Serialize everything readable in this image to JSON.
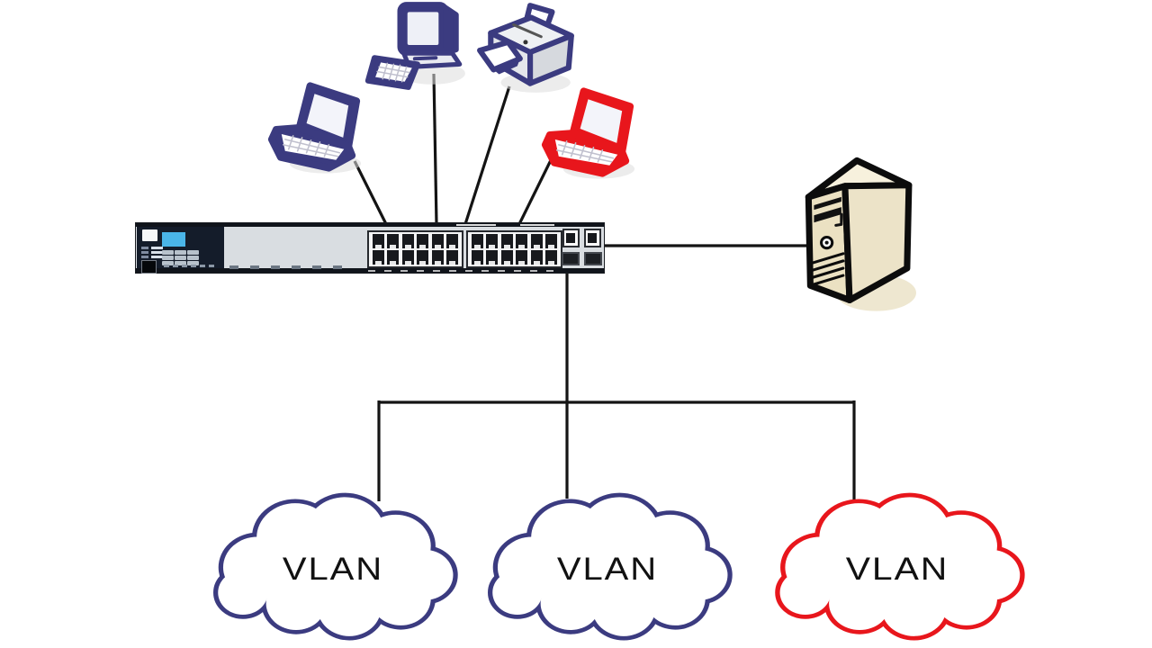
{
  "clouds": [
    {
      "label": "VLAN",
      "color": "navy"
    },
    {
      "label": "VLAN",
      "color": "navy"
    },
    {
      "label": "VLAN",
      "color": "red"
    }
  ],
  "switch": {
    "port_blocks": 2,
    "ports_per_block": 12,
    "uplink_ports": 2,
    "sfp_slots": 2
  },
  "colors": {
    "navy": "#3b3b80",
    "red": "#e8161c",
    "line": "#141414",
    "switch_body": "#d9dde1",
    "switch_panel": "#141c2a",
    "hp_blue": "#4ab5e8",
    "server_beige": "#ebe1c2",
    "cloud_fill": "#ffffff",
    "label_text": "#111111"
  },
  "diagram": {
    "nodes": [
      {
        "id": "laptop-1",
        "type": "laptop",
        "color": "navy"
      },
      {
        "id": "desktop-1",
        "type": "desktop-computer",
        "color": "navy"
      },
      {
        "id": "printer-1",
        "type": "printer",
        "color": "navy"
      },
      {
        "id": "laptop-2",
        "type": "laptop",
        "color": "red"
      },
      {
        "id": "switch-1",
        "type": "ethernet-switch-24-port",
        "color": "gray"
      },
      {
        "id": "server-1",
        "type": "server-tower",
        "color": "beige"
      },
      {
        "id": "vlan-1",
        "type": "network-cloud",
        "label": "VLAN",
        "color": "navy"
      },
      {
        "id": "vlan-2",
        "type": "network-cloud",
        "label": "VLAN",
        "color": "navy"
      },
      {
        "id": "vlan-3",
        "type": "network-cloud",
        "label": "VLAN",
        "color": "red"
      }
    ],
    "edges": [
      {
        "from": "laptop-1",
        "to": "switch-1"
      },
      {
        "from": "desktop-1",
        "to": "switch-1"
      },
      {
        "from": "printer-1",
        "to": "switch-1"
      },
      {
        "from": "laptop-2",
        "to": "switch-1"
      },
      {
        "from": "server-1",
        "to": "switch-1"
      },
      {
        "from": "switch-1",
        "to": "vlan-1"
      },
      {
        "from": "switch-1",
        "to": "vlan-2"
      },
      {
        "from": "switch-1",
        "to": "vlan-3"
      }
    ]
  }
}
